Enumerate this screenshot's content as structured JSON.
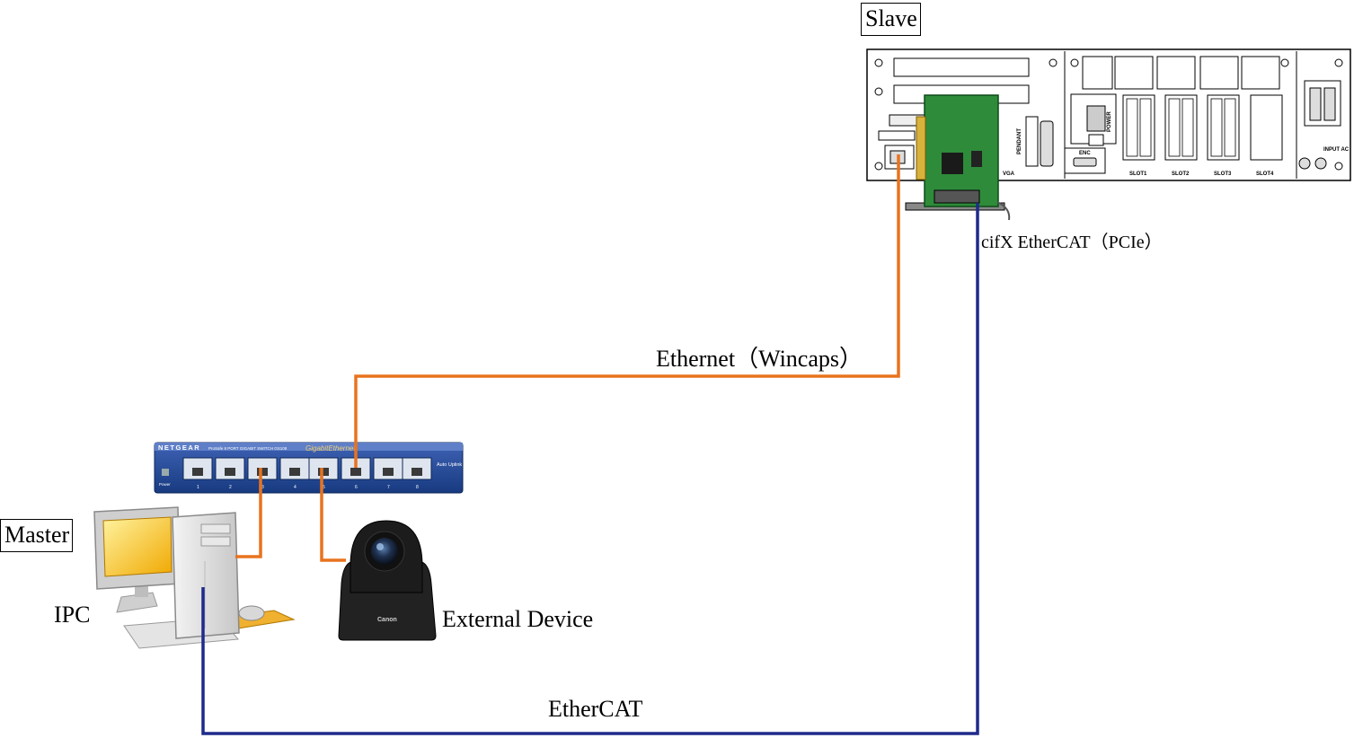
{
  "labels": {
    "slave": "Slave",
    "master": "Master",
    "ipc": "IPC",
    "external_device": "External Device",
    "cifx": "cifX EtherCAT（PCIe）",
    "ethernet": "Ethernet（Wincaps）",
    "ethercat": "EtherCAT"
  },
  "switch": {
    "brand": "NETGEAR",
    "model": "ProSafe 8 PORT GIGABIT SWITCH GS108",
    "gigabit": "GigabitEthernet",
    "auto_uplink": "Auto Uplink",
    "power": "Power",
    "port_numbers": [
      "1",
      "2",
      "3",
      "4",
      "5",
      "6",
      "7",
      "8"
    ]
  },
  "controller": {
    "slot_labels": [
      "SLOT1",
      "SLOT2",
      "SLOT3",
      "SLOT4"
    ],
    "vga": "VGA",
    "enc": "ENC",
    "input_ac": "INPUT AC",
    "power": "POWER",
    "pendant": "PENDANT"
  },
  "camera": {
    "brand": "Canon"
  },
  "colors": {
    "ethernet": "#e8731e",
    "ethercat": "#1f2a8c",
    "board": "#2e8b3a",
    "switch": "#1c3f8c"
  }
}
